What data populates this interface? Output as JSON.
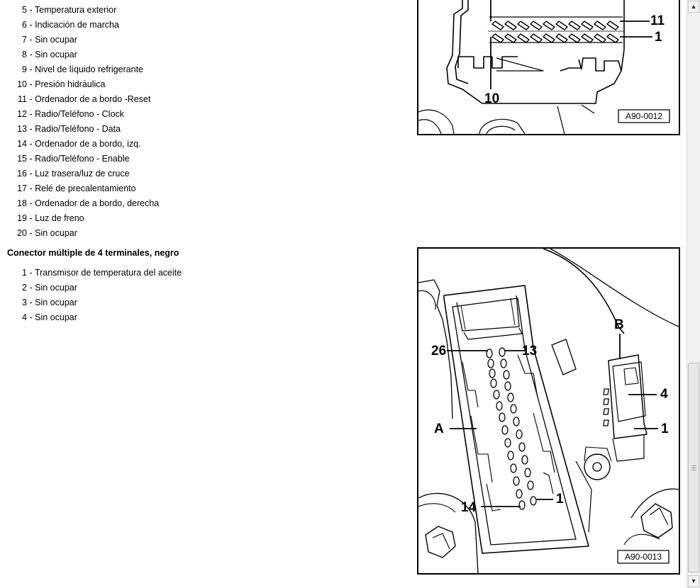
{
  "pins_20": [
    {
      "num": "5",
      "label": "Temperatura exterior"
    },
    {
      "num": "6",
      "label": "Indicación de marcha"
    },
    {
      "num": "7",
      "label": "Sin ocupar"
    },
    {
      "num": "8",
      "label": "Sin ocupar"
    },
    {
      "num": "9",
      "label": "Nivel de líquido refrigerante"
    },
    {
      "num": "10",
      "label": "Presión hidráulica"
    },
    {
      "num": "11",
      "label": "Ordenador de a bordo -Reset"
    },
    {
      "num": "12",
      "label": "Radio/Teléfono - Clock"
    },
    {
      "num": "13",
      "label": "Radio/Teléfono - Data"
    },
    {
      "num": "14",
      "label": "Ordenador de a bordo, izq."
    },
    {
      "num": "15",
      "label": "Radio/Teléfono - Enable"
    },
    {
      "num": "16",
      "label": "Luz trasera/luz de cruce"
    },
    {
      "num": "17",
      "label": "Relé de precalentamiento"
    },
    {
      "num": "18",
      "label": "Ordenador de a bordo, derecha"
    },
    {
      "num": "19",
      "label": "Luz de freno"
    },
    {
      "num": "20",
      "label": "Sin ocupar"
    }
  ],
  "section_heading": "Conector múltiple de 4 terminales, negro",
  "pins_4": [
    {
      "num": "1",
      "label": "Transmisor de temperatura del aceite"
    },
    {
      "num": "2",
      "label": "Sin ocupar"
    },
    {
      "num": "3",
      "label": "Sin ocupar"
    },
    {
      "num": "4",
      "label": "Sin ocupar"
    }
  ],
  "figure_top": {
    "code": "A90-0012",
    "callouts": {
      "c11": "11",
      "c1": "1",
      "c10": "10"
    }
  },
  "figure_bottom": {
    "code": "A90-0013",
    "callouts": {
      "c26": "26",
      "c13": "13",
      "cB": "B",
      "c4": "4",
      "cA": "A",
      "c1b": "1",
      "c1a": "1",
      "c14": "14"
    }
  },
  "separator": "-",
  "scrollbar": {
    "up_arrow": "▲",
    "down_arrow": "▼"
  }
}
